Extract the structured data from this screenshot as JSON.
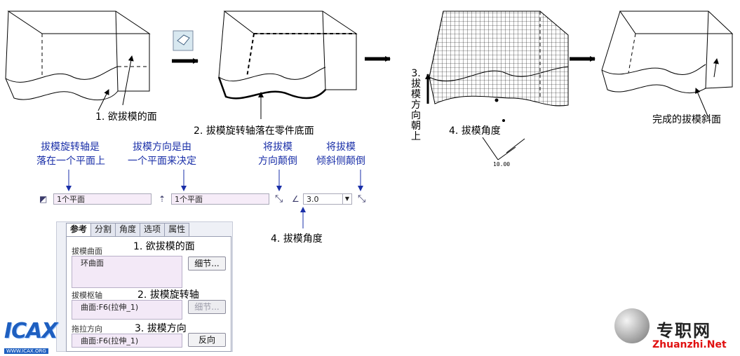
{
  "illustration": {
    "step1_caption": "1. 欲拔模的面",
    "step2_caption": "2. 拔模旋转轴落在零件底面",
    "step3_vertical": [
      "3.",
      "拔",
      "模",
      "方",
      "向",
      "朝",
      "上"
    ],
    "step4_caption": "4. 拔模角度",
    "angle_readout": "10.00",
    "result_caption": "完成的拔模斜面"
  },
  "annotations": {
    "pivot_note": [
      "拔模旋转轴是",
      "落在一个平面上"
    ],
    "direction_note": [
      "拔模方向是由",
      "一个平面来决定"
    ],
    "flip_direction_note": [
      "将拔模",
      "方向颠倒"
    ],
    "flip_side_note": [
      "将拔模",
      "倾斜侧颠倒"
    ],
    "angle_note": "4. 拔模角度"
  },
  "dashboard": {
    "pivot_field": "1个平面",
    "direction_field": "1个平面",
    "angle_value": "3.0"
  },
  "panel": {
    "tabs": [
      "参考",
      "分割",
      "角度",
      "选项",
      "属性"
    ],
    "draft_surfaces_label": "拔模曲面",
    "draft_surfaces_value": "环曲面",
    "details_button": "细节...",
    "draft_hinges_label": "拔模枢轴",
    "draft_hinges_value": "曲面:F6(拉伸_1)",
    "details_button2": "细节...",
    "pull_direction_label": "拖拉方向",
    "pull_direction_value": "曲面:F6(拉伸_1)",
    "flip_button": "反向",
    "callout1": "1. 欲拔模的面",
    "callout2": "2. 拔模旋转轴",
    "callout3": "3. 拔模方向"
  },
  "branding": {
    "left_logo_text": "ICAX",
    "left_logo_url": "WWW.ICAX.ORG",
    "right_logo_cn": "专职网",
    "right_logo_en": "Zhuanzhi.Net"
  },
  "colors": {
    "annotation_blue": "#1a2fa8",
    "field_bg": "#f6ecf8"
  }
}
